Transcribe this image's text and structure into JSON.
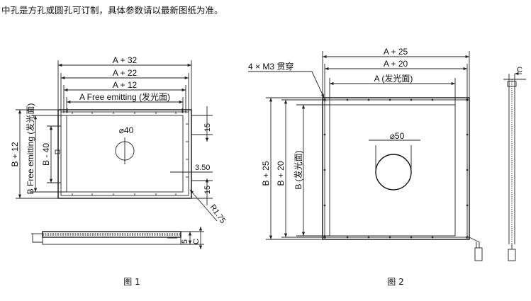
{
  "note": "中孔是方孔或圆孔可订制，具体参数请以最新图纸为准。",
  "fig1": {
    "caption": "图 1",
    "dim_top": [
      "A + 32",
      "A + 22",
      "A + 12",
      "A Free emitting (发光面)"
    ],
    "dim_left": [
      "B + 12",
      "B Free emitting (发光面)",
      "B - 40"
    ],
    "hole": "⌀40",
    "dim_right": [
      "15",
      "3.50",
      "15",
      "R1.75"
    ],
    "side_dims": [
      "5",
      "C"
    ]
  },
  "fig2": {
    "caption": "图 2",
    "screws": "4 × M3 贯穿",
    "dim_top": [
      "A + 25",
      "A + 20",
      "A (发光面)"
    ],
    "dim_left": [
      "B + 25",
      "B + 20",
      "B (发光面)"
    ],
    "hole": "⌀50",
    "side_dim": "C"
  }
}
